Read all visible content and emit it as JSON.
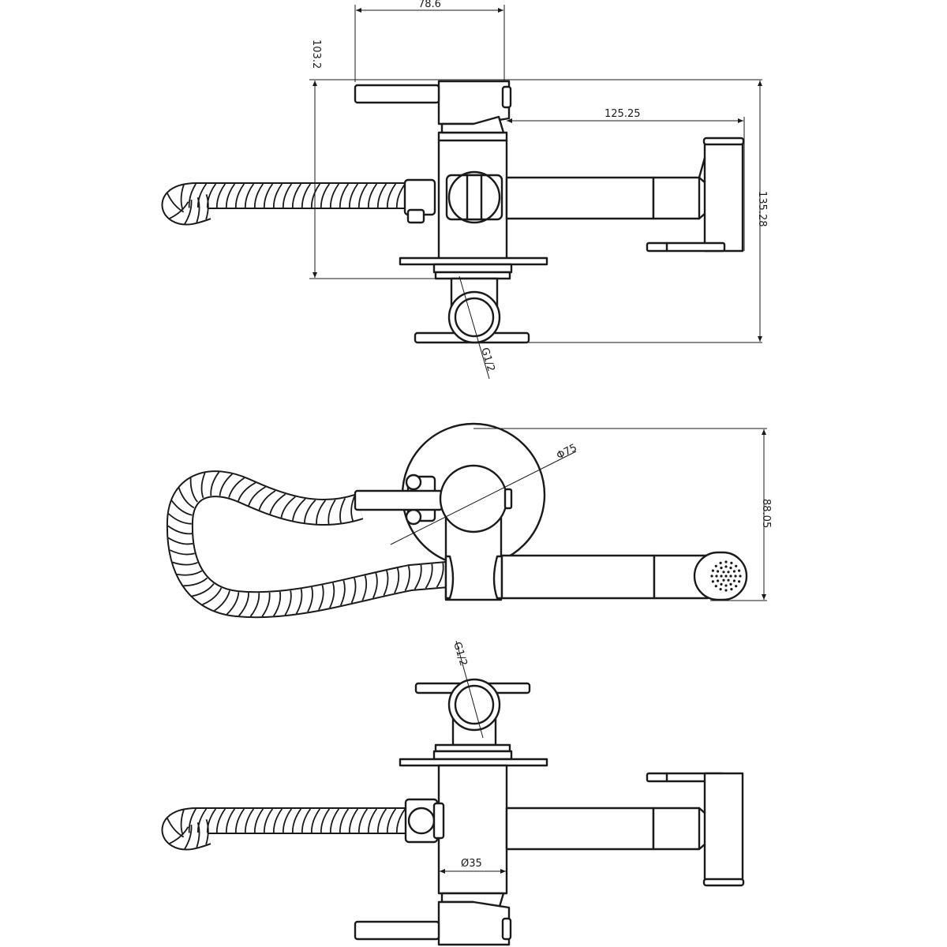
{
  "dimensions": {
    "top_width": "78.6",
    "top_height": "103.2",
    "spout_reach": "125.25",
    "total_height": "135.28",
    "flange_diameter": "Φ75",
    "front_height": "88.05",
    "body_diameter": "Ø35",
    "thread_top": "G1/2",
    "thread_bottom": "G1/2"
  }
}
